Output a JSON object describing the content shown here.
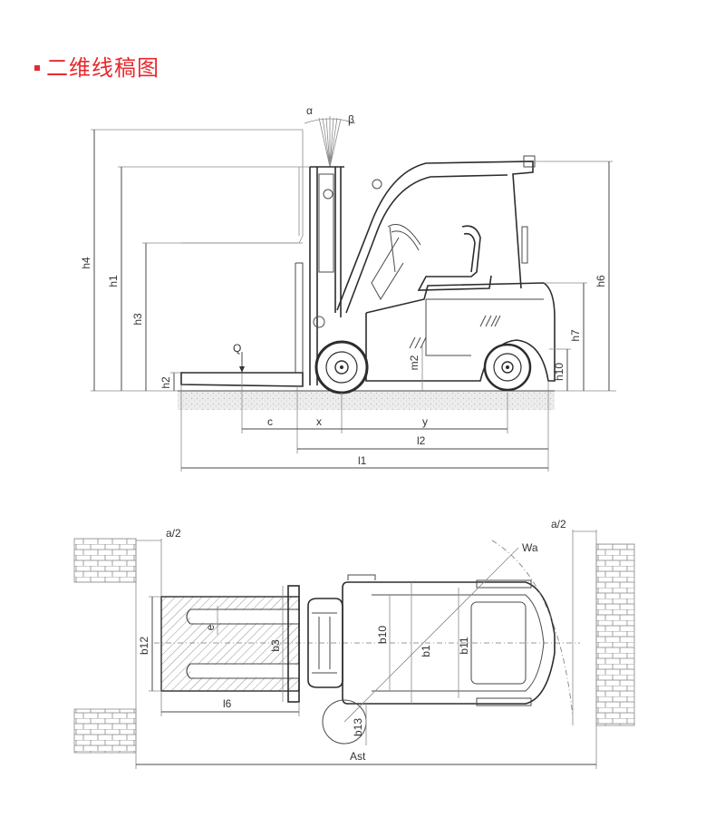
{
  "header": {
    "title": "二维线稿图"
  },
  "side_view": {
    "labels": {
      "alpha": "α",
      "beta": "β",
      "Q": "Q",
      "h4": "h4",
      "h1": "h1",
      "h3": "h3",
      "h2": "h2",
      "h6": "h6",
      "h7": "h7",
      "h10": "h10",
      "m2": "m2",
      "c": "c",
      "x": "x",
      "y": "y",
      "l2": "l2",
      "l1": "l1"
    }
  },
  "top_view": {
    "labels": {
      "a2_left": "a/2",
      "a2_right": "a/2",
      "Wa": "Wa",
      "b12": "b12",
      "e": "e",
      "b3": "b3",
      "b10": "b10",
      "b1": "b1",
      "b11": "b11",
      "l6": "l6",
      "b13": "b13",
      "Ast": "Ast"
    }
  }
}
